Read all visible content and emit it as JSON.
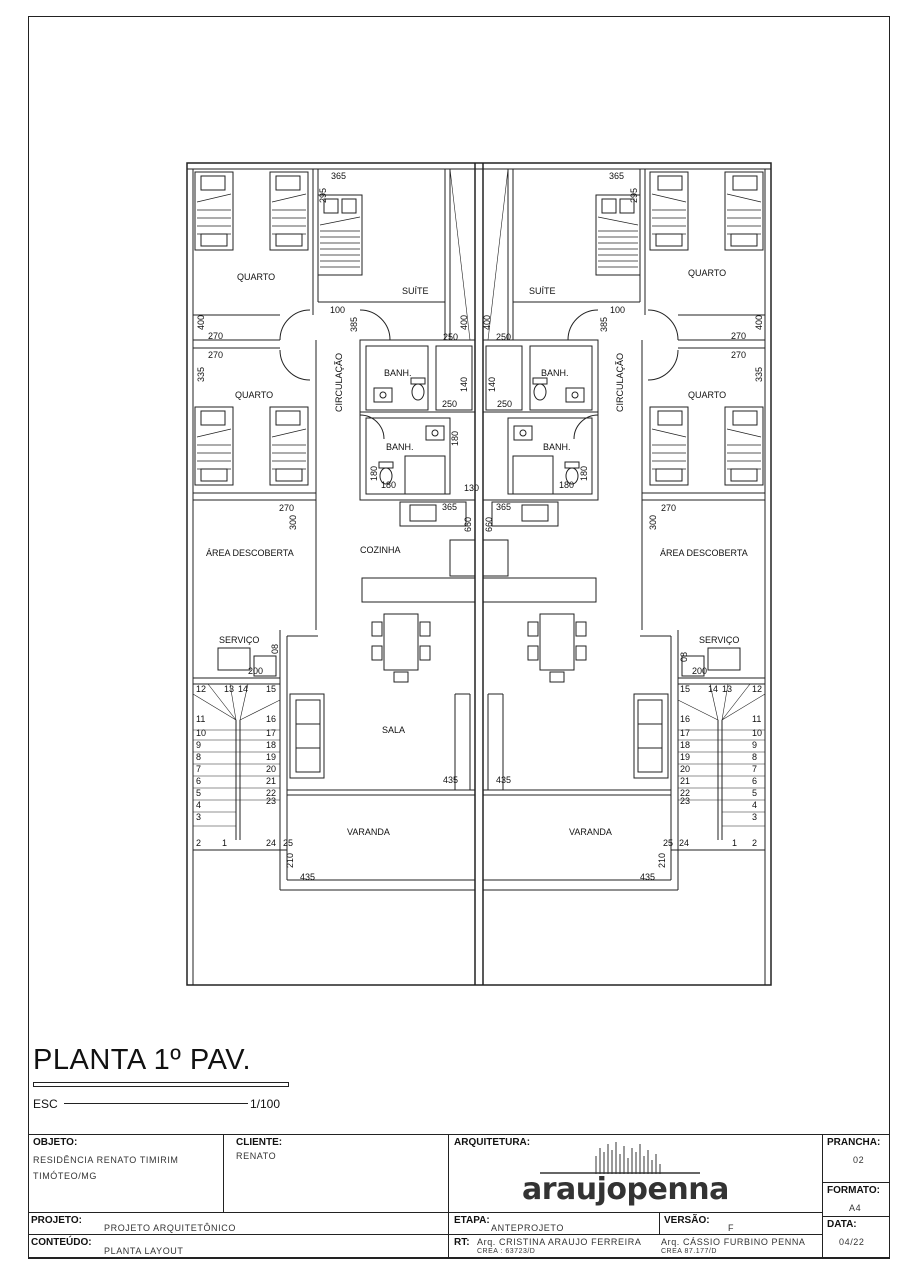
{
  "drawing": {
    "title": "PLANTA 1º PAV.",
    "scale_label": "ESC",
    "scale_value": "1/100",
    "rooms": {
      "quarto": "QUARTO",
      "suite": "SUÍTE",
      "circulacao": "CIRCULAÇÃO",
      "banheiro": "BANH.",
      "area_descoberta": "ÁREA DESCOBERTA",
      "servico": "SERVIÇO",
      "cozinha": "COZINHA",
      "sala": "SALA",
      "varanda": "VARANDA"
    },
    "dims": {
      "d365": "365",
      "d295": "295",
      "d100": "100",
      "d385": "385",
      "d400": "400",
      "d270": "270",
      "d335": "335",
      "d250": "250",
      "d140": "140",
      "d180": "180",
      "d130": "130",
      "d300": "300",
      "d660": "660",
      "d200": "200",
      "d08": "08",
      "d435": "435",
      "d210": "210",
      "d25": "25",
      "d24": "24"
    },
    "steps_left_col": [
      "12",
      "11",
      "10",
      "9",
      "8",
      "7",
      "6",
      "5",
      "4",
      "3",
      "2"
    ],
    "steps_right_col": [
      "15",
      "16",
      "17",
      "18",
      "19",
      "20",
      "21",
      "22",
      "23"
    ],
    "steps_top": [
      "13",
      "14"
    ],
    "steps_bottom": [
      "1"
    ]
  },
  "title_block": {
    "objeto_label": "OBJETO:",
    "objeto_line1": "RESIDÊNCIA RENATO TIMIRIM",
    "objeto_line2": "TIMÓTEO/MG",
    "cliente_label": "CLIENTE:",
    "cliente_value": "RENATO",
    "arquitetura_label": "ARQUITETURA:",
    "logo_text": "araujopenna",
    "prancha_label": "PRANCHA:",
    "prancha_value": "02",
    "formato_label": "FORMATO:",
    "formato_value": "A4",
    "projeto_label": "PROJETO:",
    "projeto_value": "PROJETO ARQUITETÔNICO",
    "conteudo_label": "CONTEÚDO:",
    "conteudo_value": "PLANTA LAYOUT",
    "etapa_label": "ETAPA:",
    "etapa_value": "ANTEPROJETO",
    "versao_label": "VERSÃO:",
    "versao_value": "F",
    "rt_label": "RT:",
    "rt1_name": "Arq. CRISTINA ARAUJO FERREIRA",
    "rt1_crea": "CREA : 63723/D",
    "rt2_name": "Arq. CÁSSIO FURBINO PENNA",
    "rt2_crea": "CREA 87.177/D",
    "data_label": "DATA:",
    "data_value": "04/22"
  }
}
